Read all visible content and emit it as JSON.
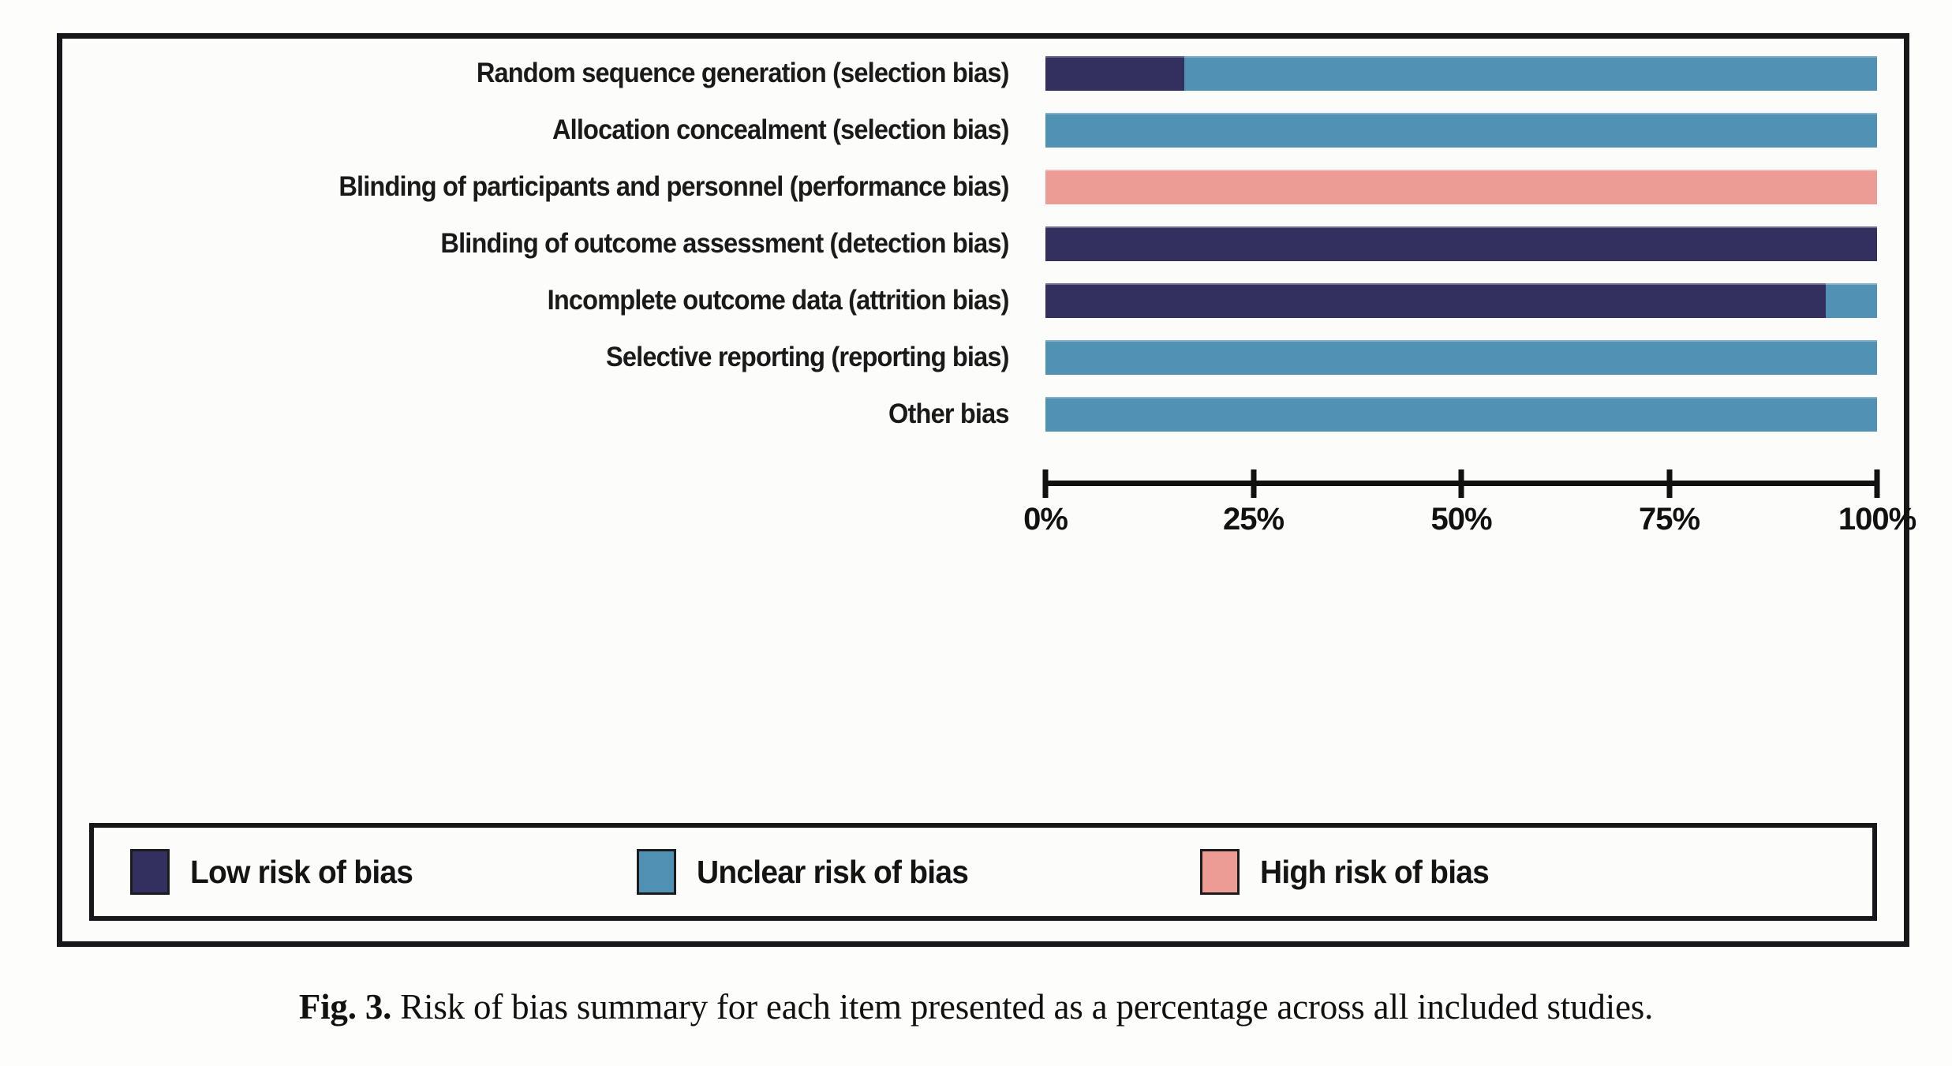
{
  "figure": {
    "caption_label": "Fig. 3.",
    "caption_text": "Risk of bias summary for each item presented as a percentage across all included studies."
  },
  "colors": {
    "low_risk": "#332F5E",
    "unclear_risk": "#5191B4",
    "high_risk": "#EC9B95",
    "frame": "#18181b",
    "background": "#fcfcfb",
    "text": "#1a1a1a"
  },
  "axis": {
    "tick_labels": [
      "0%",
      "25%",
      "50%",
      "75%",
      "100%"
    ],
    "tick_values": [
      0,
      25,
      50,
      75,
      100
    ],
    "min": 0,
    "max": 100
  },
  "legend": {
    "items": [
      {
        "label": "Low risk of bias",
        "color": "#332F5E",
        "key": "low"
      },
      {
        "label": "Unclear risk of bias",
        "color": "#5191B4",
        "key": "unclear"
      },
      {
        "label": "High risk of bias",
        "color": "#EC9B95",
        "key": "high"
      }
    ]
  },
  "chart_data": {
    "type": "bar",
    "subtype": "stacked-horizontal-100-percent",
    "title": "",
    "xlabel": "",
    "ylabel": "",
    "xlim": [
      0,
      100
    ],
    "grid": false,
    "legend_position": "bottom",
    "x_tick_labels": [
      "0%",
      "25%",
      "50%",
      "75%",
      "100%"
    ],
    "categories": [
      "Random sequence generation (selection bias)",
      "Allocation concealment (selection bias)",
      "Blinding of participants and personnel (performance bias)",
      "Blinding of outcome assessment (detection bias)",
      "Incomplete outcome data (attrition bias)",
      "Selective reporting (reporting bias)",
      "Other bias"
    ],
    "series": [
      {
        "name": "Low risk of bias",
        "color": "#332F5E",
        "values": [
          16.7,
          0,
          0,
          100,
          93.8,
          0,
          0
        ]
      },
      {
        "name": "Unclear risk of bias",
        "color": "#5191B4",
        "values": [
          83.3,
          100,
          0,
          0,
          6.2,
          100,
          100
        ]
      },
      {
        "name": "High risk of bias",
        "color": "#EC9B95",
        "values": [
          0,
          0,
          100,
          0,
          0,
          0,
          0
        ]
      }
    ],
    "rows": [
      {
        "category": "Random sequence generation (selection bias)",
        "low": 16.7,
        "unclear": 83.3,
        "high": 0
      },
      {
        "category": "Allocation concealment (selection bias)",
        "low": 0,
        "unclear": 100,
        "high": 0
      },
      {
        "category": "Blinding of participants and personnel (performance bias)",
        "low": 0,
        "unclear": 0,
        "high": 100
      },
      {
        "category": "Blinding of outcome assessment (detection bias)",
        "low": 100,
        "unclear": 0,
        "high": 0
      },
      {
        "category": "Incomplete outcome data (attrition bias)",
        "low": 93.8,
        "unclear": 6.2,
        "high": 0
      },
      {
        "category": "Selective reporting (reporting bias)",
        "low": 0,
        "unclear": 100,
        "high": 0
      },
      {
        "category": "Other bias",
        "low": 0,
        "unclear": 100,
        "high": 0
      }
    ]
  }
}
